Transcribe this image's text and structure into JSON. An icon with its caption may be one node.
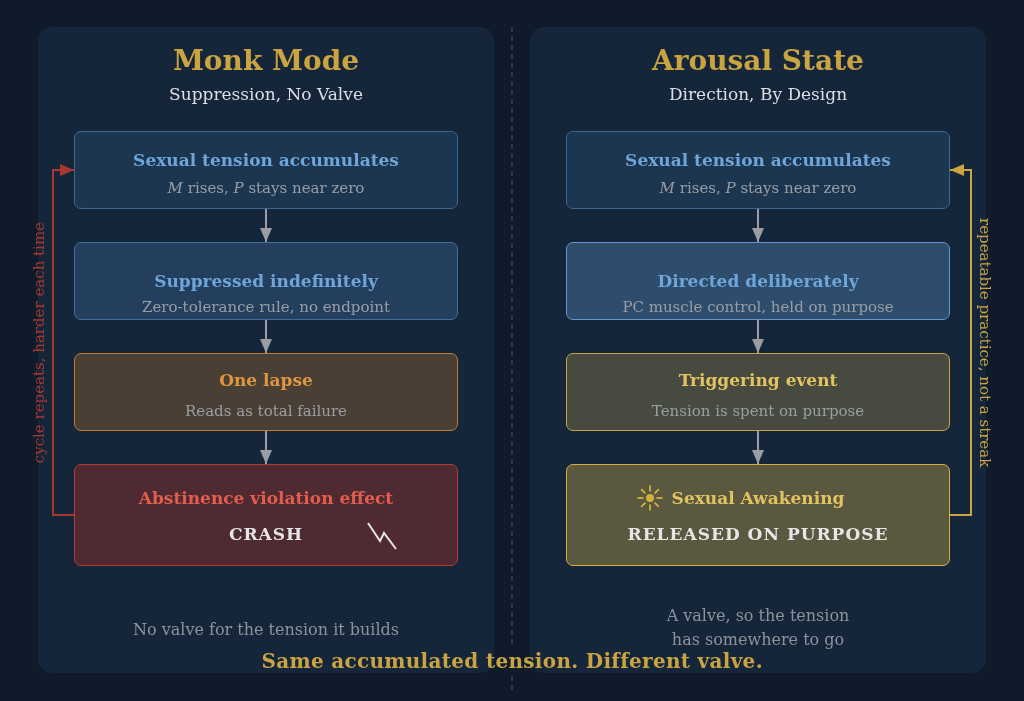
{
  "diagram": {
    "caption": "Same accumulated tension. Different valve.",
    "nodes": [
      {
        "text": [
          "Monk Mode",
          "Suppression, No Valve",
          "No valve for the tension it builds"
        ]
      },
      {
        "text": [
          "Sexual tension accumulates",
          "*M* rises, *P* stays near zero"
        ],
        "in": 0
      },
      {
        "text": [
          "Suppressed indefinitely",
          "Zero-tolerance rule, no endpoint"
        ],
        "in": 0
      },
      {
        "text": [
          "One lapse",
          "Reads as total failure"
        ],
        "in": 0
      },
      {
        "text": [
          "Abstinence violation effect",
          "CRASH"
        ],
        "in": 0
      },
      {
        "text": [
          "Arousal State",
          "Direction, By Design",
          "A valve, so the tension has somewhere to go"
        ]
      },
      {
        "text": [
          "Sexual tension accumulates",
          "*M* rises, *P* stays near zero"
        ],
        "in": 5
      },
      {
        "text": [
          "Directed deliberately",
          "PC muscle control, held on purpose"
        ],
        "in": 5
      },
      {
        "text": [
          "Triggering event",
          "Tension is spent on purpose"
        ],
        "in": 5
      },
      {
        "text": [
          "Sexual Awakening",
          "RELEASED ON PURPOSE"
        ],
        "in": 5
      }
    ],
    "edges": [
      {
        "from": 1,
        "to": 2,
        "arrow": "to"
      },
      {
        "from": 2,
        "to": 3,
        "arrow": "to"
      },
      {
        "from": 3,
        "to": 4,
        "arrow": "to"
      },
      {
        "from": 4,
        "to": 1,
        "arrow": "to",
        "label": "cycle repeats, harder each time",
        "color": "#a9372f"
      },
      {
        "from": 6,
        "to": 7,
        "arrow": "to"
      },
      {
        "from": 7,
        "to": 8,
        "arrow": "to"
      },
      {
        "from": 8,
        "to": 9,
        "arrow": "to"
      },
      {
        "from": 9,
        "to": 6,
        "arrow": "to",
        "label": "repeatable practice, not a streak",
        "color": "#c9a441"
      }
    ]
  }
}
